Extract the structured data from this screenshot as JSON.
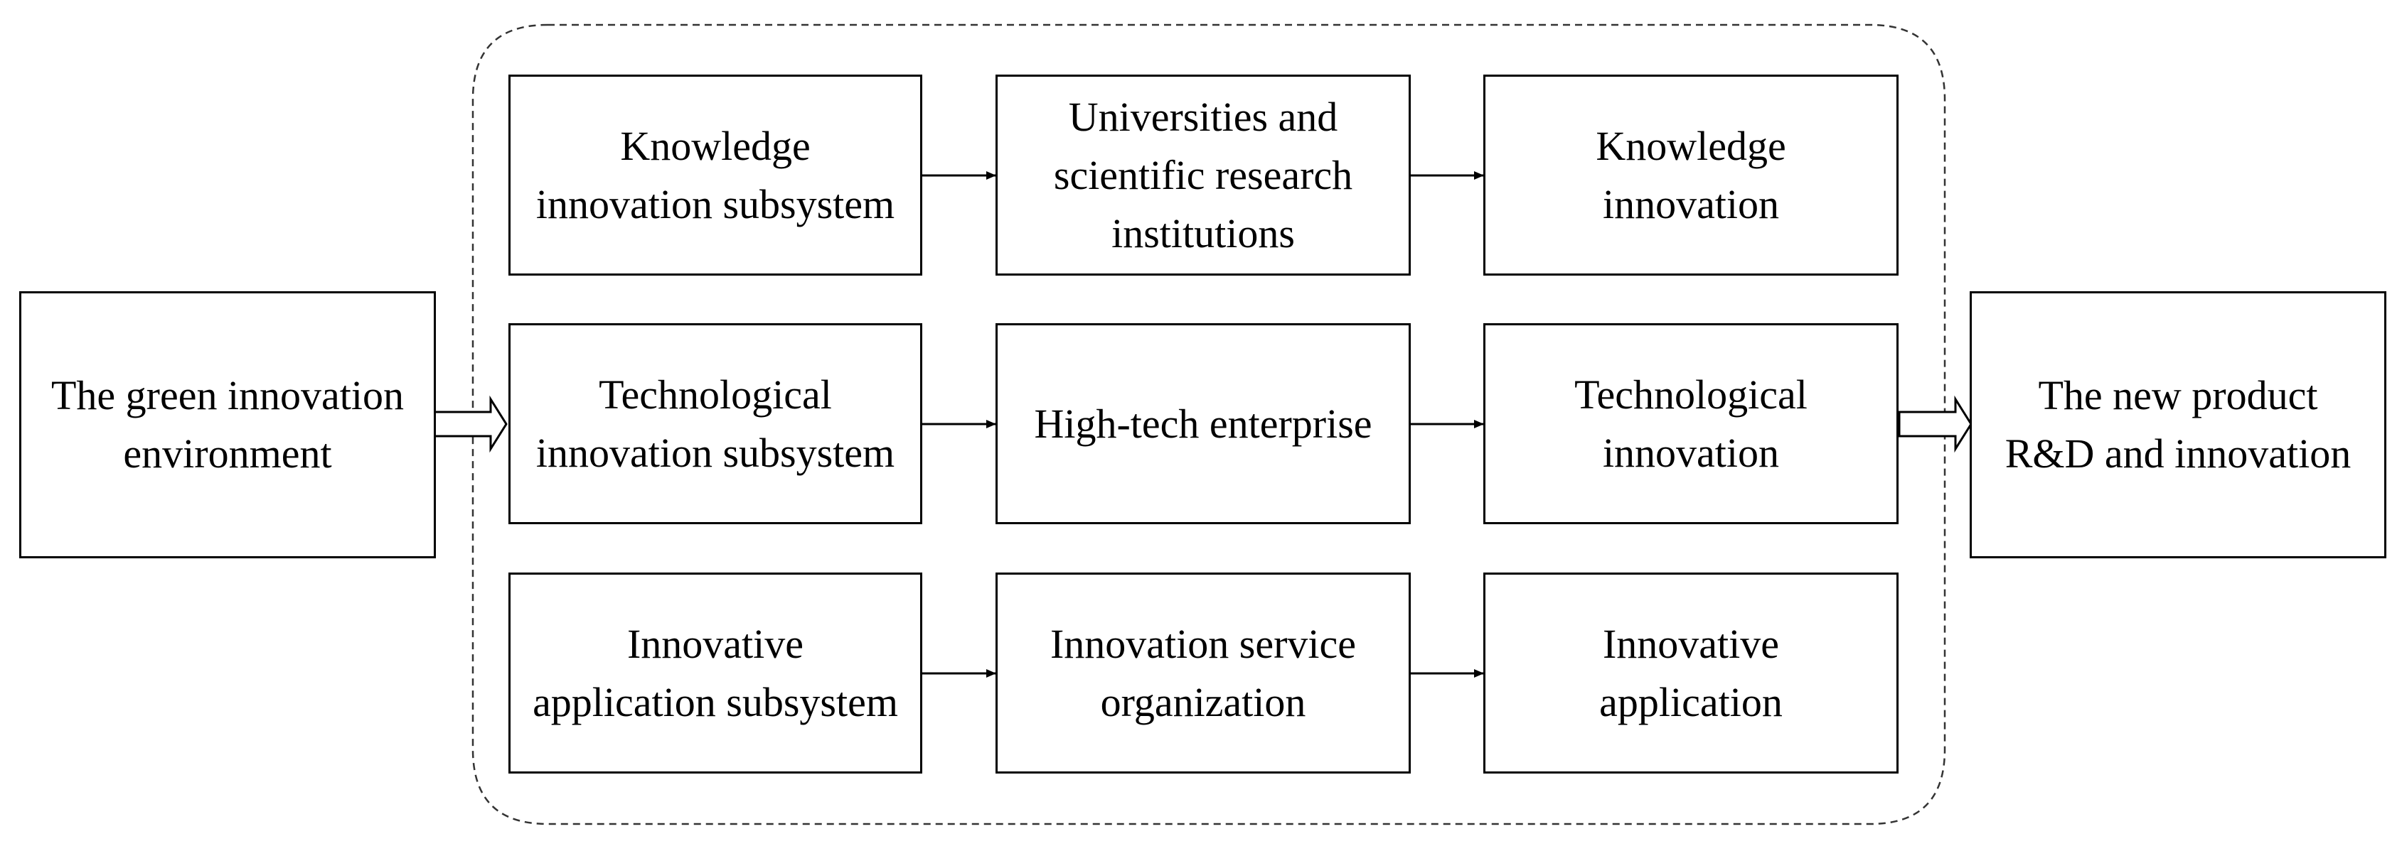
{
  "diagram": {
    "input": {
      "label": "The green innovation\nenvironment"
    },
    "output": {
      "label": "The new product\nR&D and innovation"
    },
    "rows": [
      {
        "subsystem": "Knowledge\ninnovation subsystem",
        "actor": "Universities and\nscientific research\ninstitutions",
        "result": "Knowledge\ninnovation"
      },
      {
        "subsystem": "Technological\ninnovation subsystem",
        "actor": "High-tech enterprise",
        "result": "Technological\ninnovation"
      },
      {
        "subsystem": "Innovative\napplication subsystem",
        "actor": "Innovation service\norganization",
        "result": "Innovative\napplication"
      }
    ]
  }
}
